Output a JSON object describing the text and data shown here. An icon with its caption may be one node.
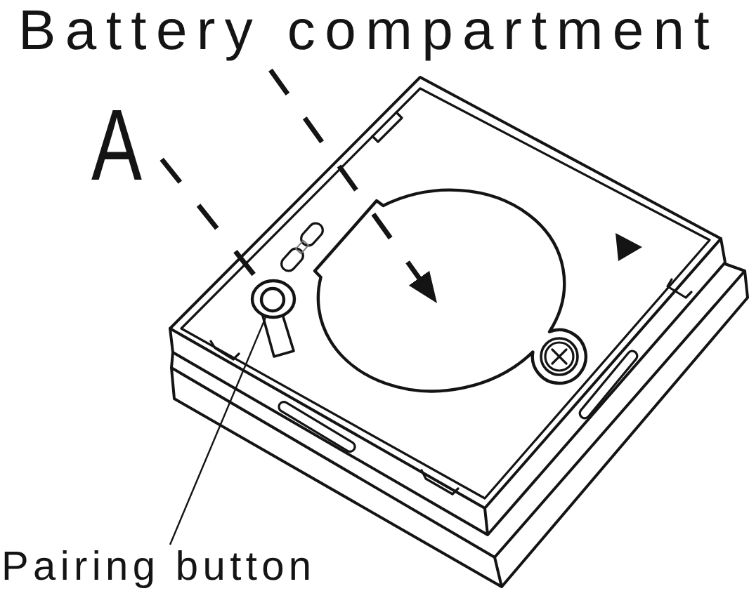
{
  "diagram": {
    "nodes": [
      {
        "text": [
          "Battery compartment"
        ]
      },
      {
        "text": [
          "A"
        ]
      },
      {
        "text": [
          "Pairing button"
        ]
      },
      {
        "text": [],
        "shape": "circle"
      },
      {
        "text": [],
        "shape": "circle"
      }
    ],
    "edges": [
      {
        "from": 0,
        "to": 3,
        "arrow": "to",
        "style": "dashed"
      },
      {
        "from": 1,
        "to": 4,
        "arrow": "none",
        "style": "dashed"
      },
      {
        "from": 2,
        "to": 4,
        "arrow": "none"
      }
    ]
  }
}
